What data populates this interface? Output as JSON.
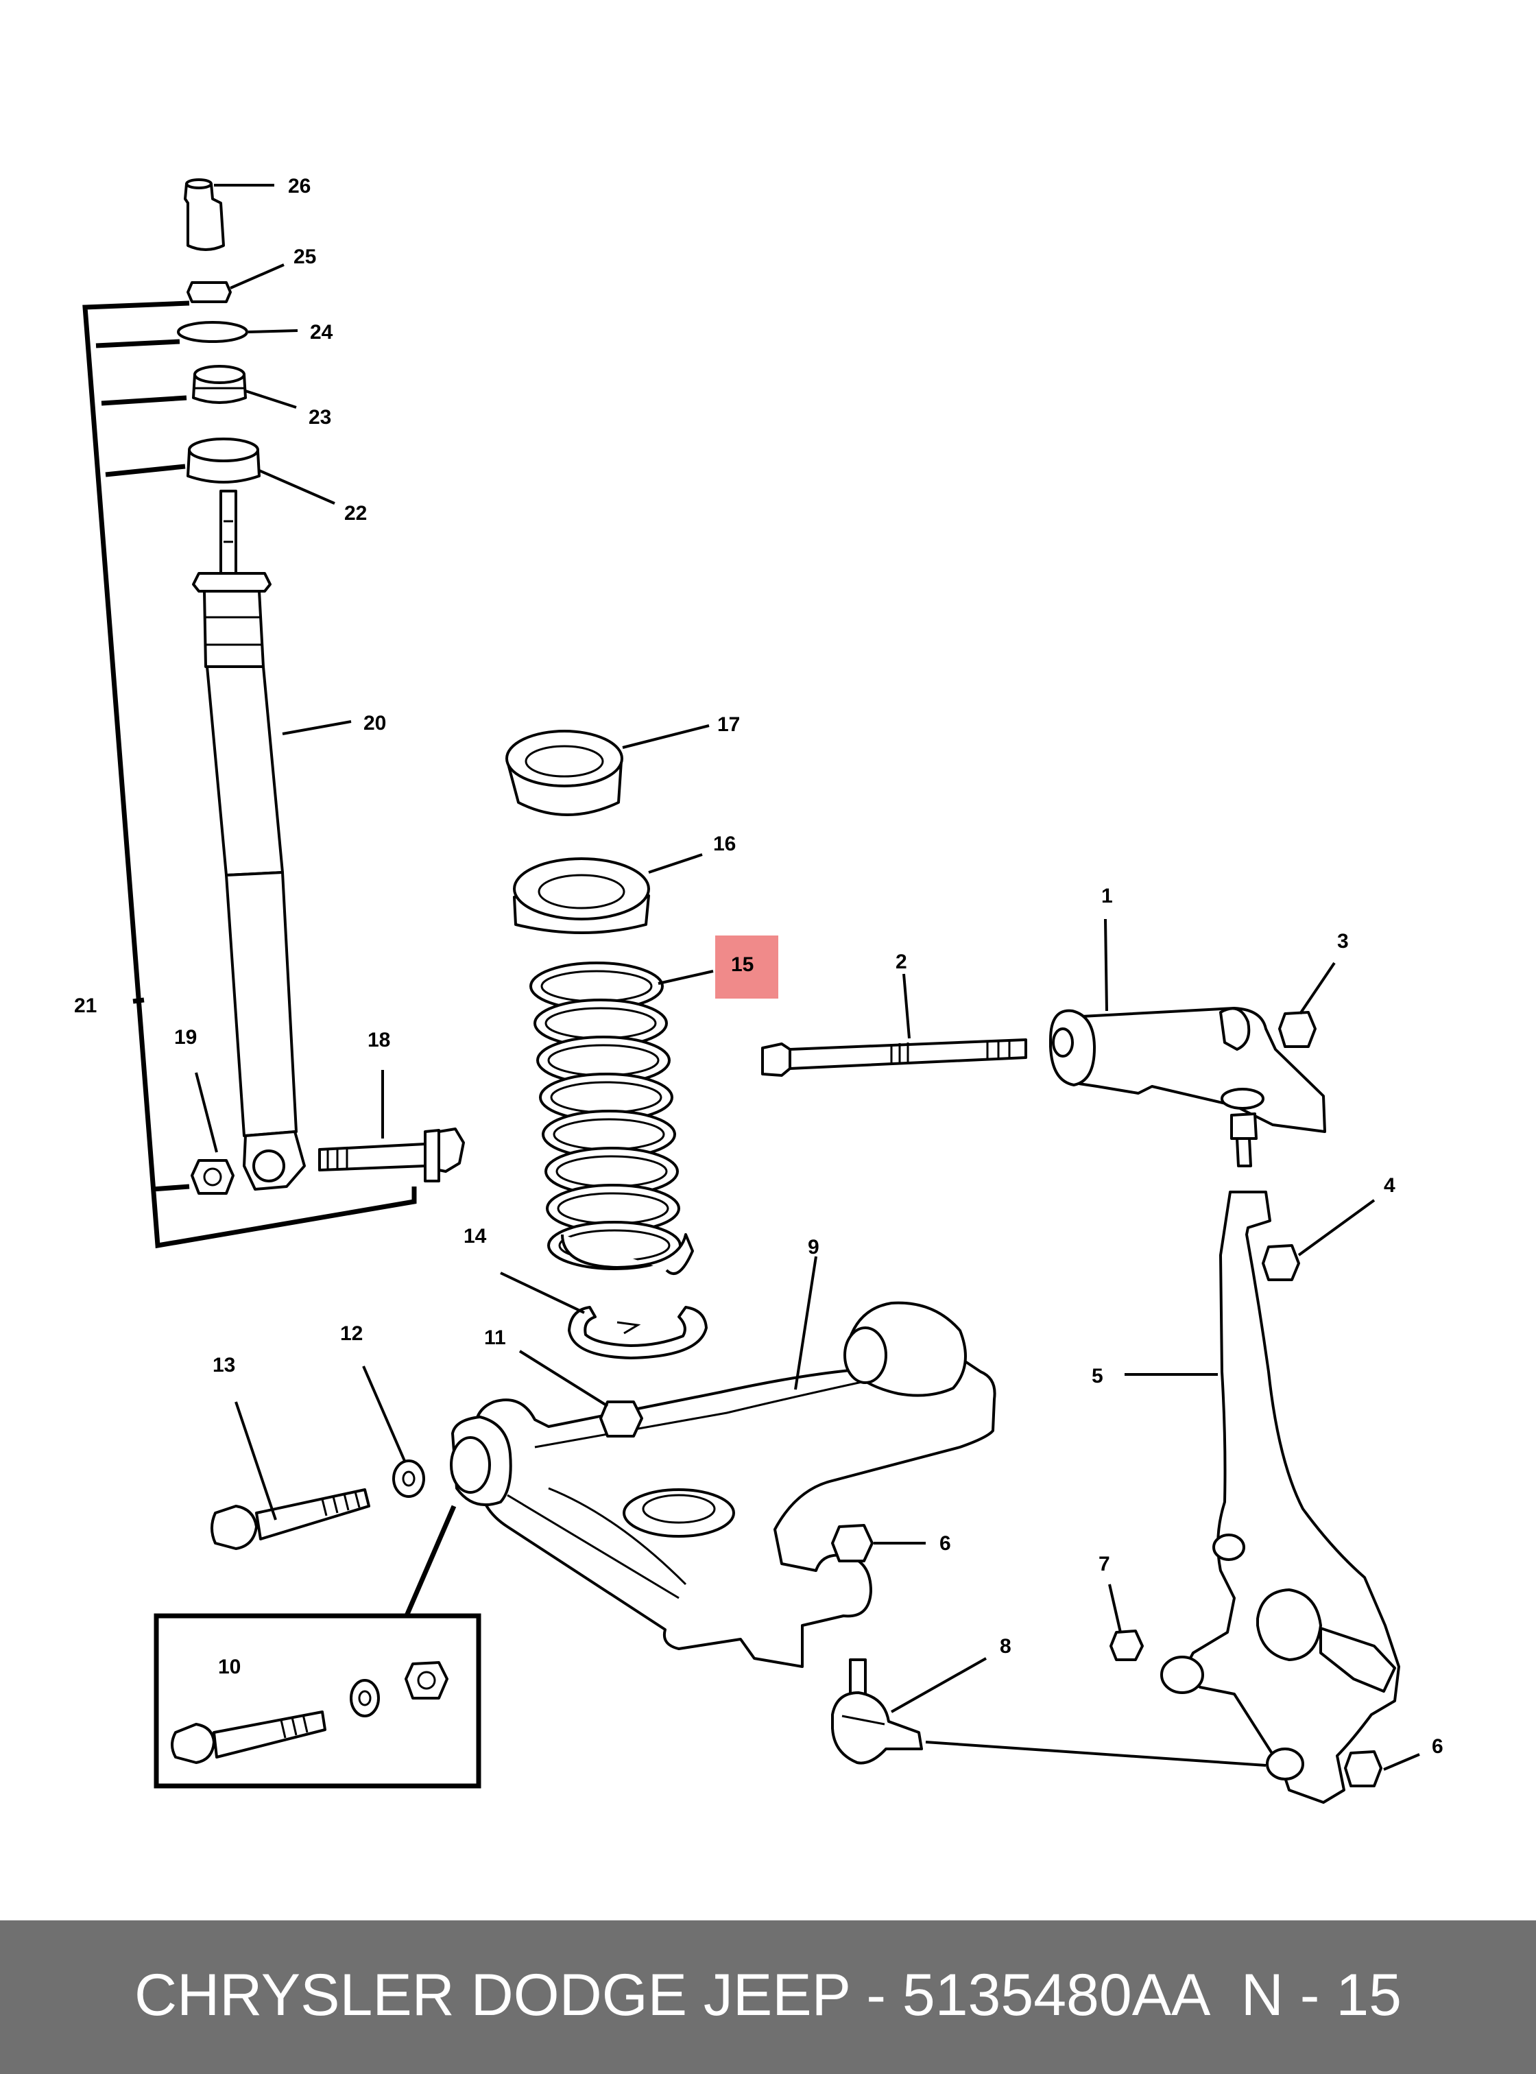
{
  "diagram": {
    "highlighted_callout": "15",
    "callouts": [
      {
        "id": "c1",
        "label": "1"
      },
      {
        "id": "c2",
        "label": "2"
      },
      {
        "id": "c3",
        "label": "3"
      },
      {
        "id": "c4",
        "label": "4"
      },
      {
        "id": "c5",
        "label": "5"
      },
      {
        "id": "c6a",
        "label": "6"
      },
      {
        "id": "c6b",
        "label": "6"
      },
      {
        "id": "c7",
        "label": "7"
      },
      {
        "id": "c8",
        "label": "8"
      },
      {
        "id": "c9",
        "label": "9"
      },
      {
        "id": "c10",
        "label": "10"
      },
      {
        "id": "c11",
        "label": "11"
      },
      {
        "id": "c12",
        "label": "12"
      },
      {
        "id": "c13",
        "label": "13"
      },
      {
        "id": "c14",
        "label": "14"
      },
      {
        "id": "c15",
        "label": "15"
      },
      {
        "id": "c16",
        "label": "16"
      },
      {
        "id": "c17",
        "label": "17"
      },
      {
        "id": "c18",
        "label": "18"
      },
      {
        "id": "c19",
        "label": "19"
      },
      {
        "id": "c20",
        "label": "20"
      },
      {
        "id": "c21",
        "label": "21"
      },
      {
        "id": "c22",
        "label": "22"
      },
      {
        "id": "c23",
        "label": "23"
      },
      {
        "id": "c24",
        "label": "24"
      },
      {
        "id": "c25",
        "label": "25"
      },
      {
        "id": "c26",
        "label": "26"
      }
    ]
  },
  "footer": {
    "brand_part": "CHRYSLER DODGE JEEP - 5135480AA",
    "page_code": "N - 15"
  },
  "colors": {
    "highlight": "#f08a8a",
    "footer_bg": "#707070",
    "footer_text": "#ffffff"
  }
}
